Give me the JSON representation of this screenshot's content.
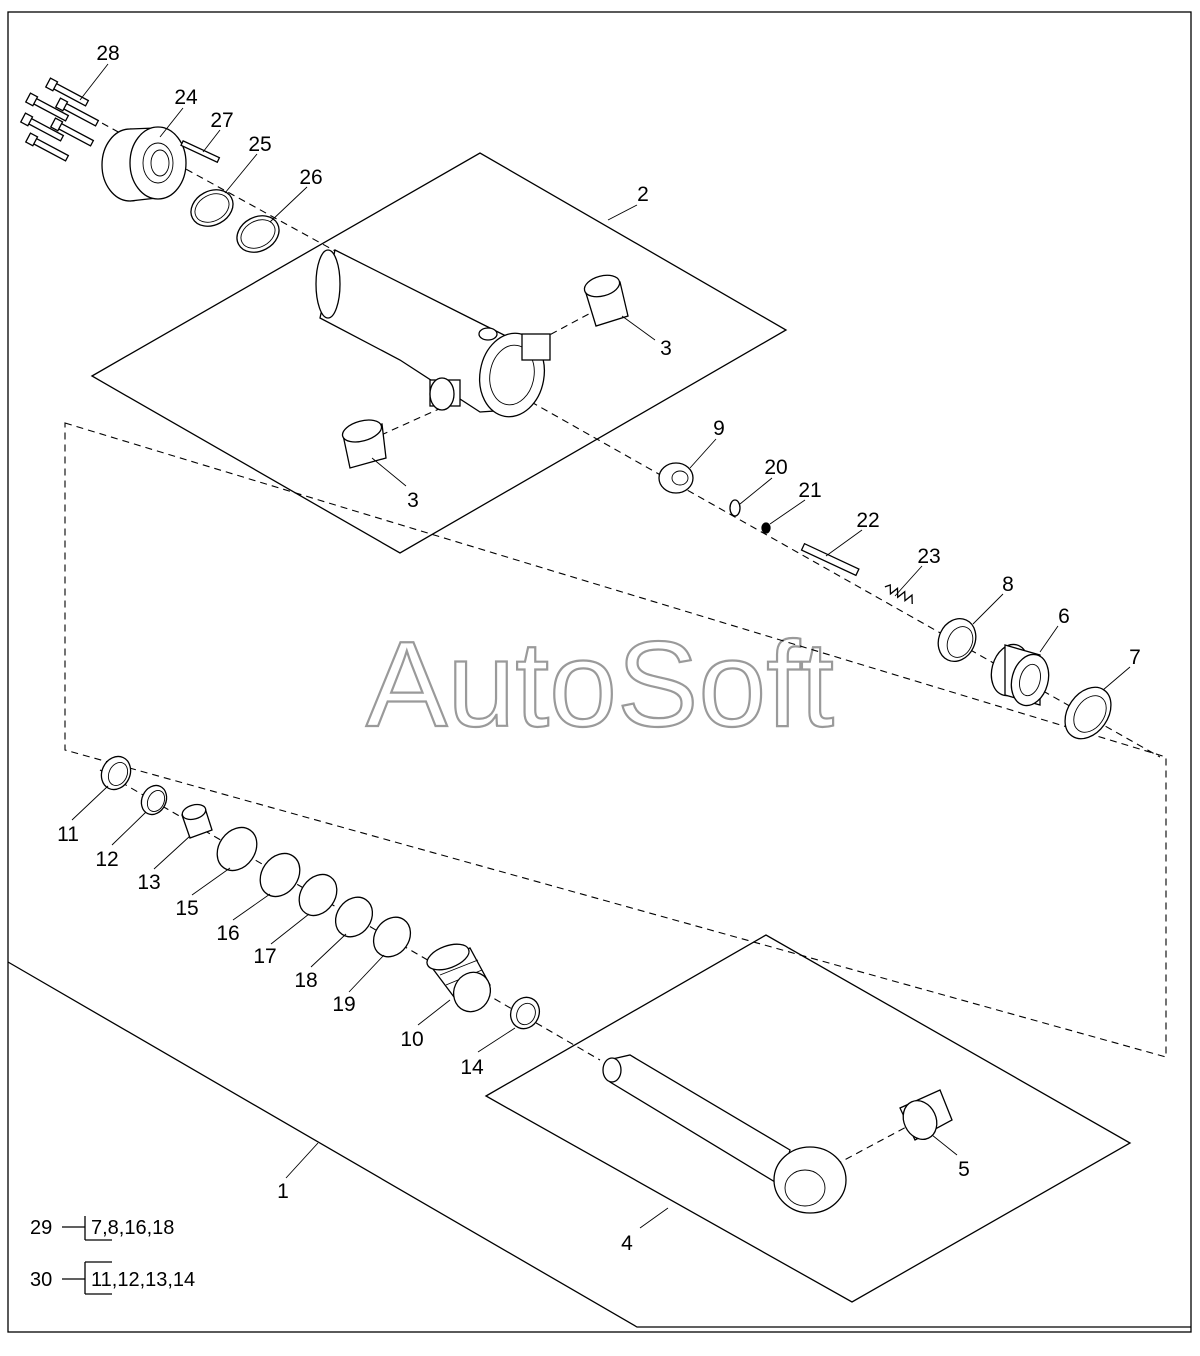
{
  "watermark": "AutoSoft",
  "callouts": {
    "c1": "1",
    "c2": "2",
    "c3a": "3",
    "c3b": "3",
    "c4": "4",
    "c5": "5",
    "c6": "6",
    "c7": "7",
    "c8": "8",
    "c9": "9",
    "c10": "10",
    "c11": "11",
    "c12": "12",
    "c13": "13",
    "c14": "14",
    "c15": "15",
    "c16": "16",
    "c17": "17",
    "c18": "18",
    "c19": "19",
    "c20": "20",
    "c21": "21",
    "c22": "22",
    "c23": "23",
    "c24": "24",
    "c25": "25",
    "c26": "26",
    "c27": "27",
    "c28": "28"
  },
  "legend": {
    "kit29": {
      "number": "29",
      "parts": "7,8,16,18"
    },
    "kit30": {
      "number": "30",
      "parts": "11,12,13,14"
    }
  }
}
